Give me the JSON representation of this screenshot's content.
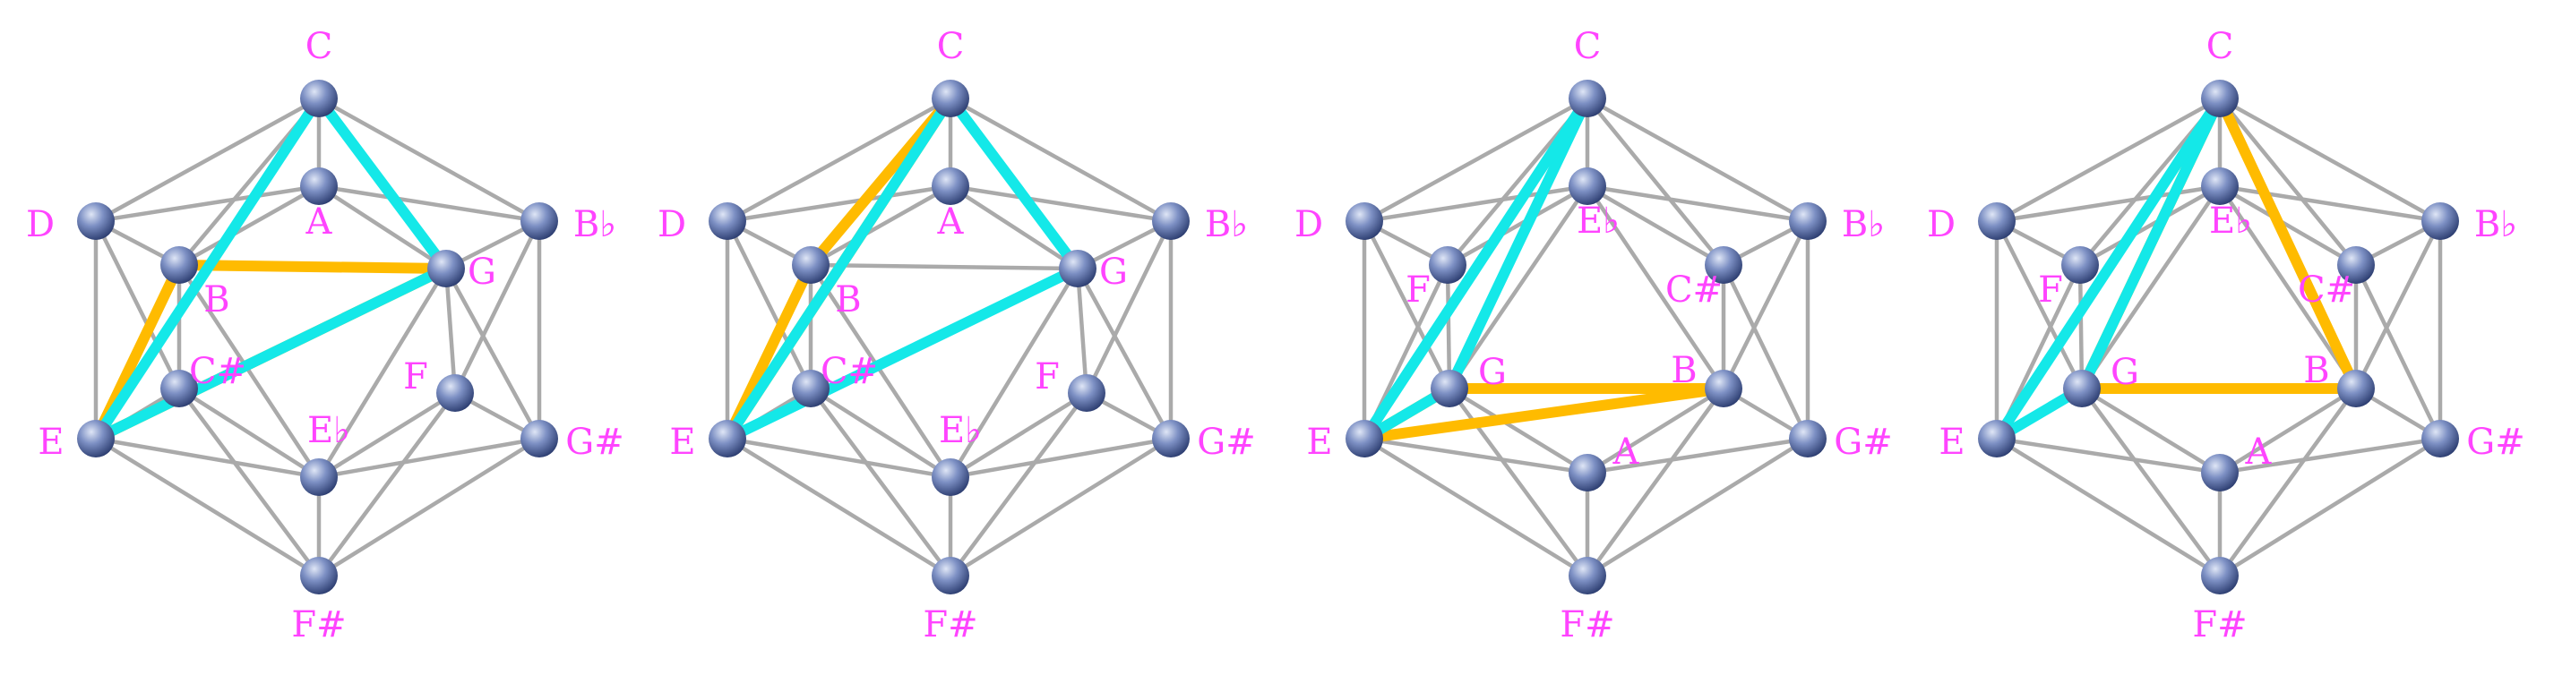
{
  "colors": {
    "edge": "#aaaaaa",
    "label": "#ff44ff",
    "cyan": "#14e8e8",
    "orange": "#ffbb00",
    "node_light": "#dfe6f6",
    "node_mid": "#7d90c4",
    "node_dark": "#2e3f72"
  },
  "panels": [
    {
      "id": "p1",
      "labels": {
        "n0": "C",
        "n1": "D",
        "n2": "B♭",
        "n3": "E",
        "n4": "G#",
        "n5": "F#",
        "i0": "A",
        "i1": "G",
        "i2": "F",
        "i3": "E♭",
        "i4": "C#",
        "i5": "B"
      },
      "cyan_triangle": [
        "n0",
        "i1",
        "n3"
      ],
      "orange_triangle": [
        "i5",
        "i1",
        "n3"
      ]
    },
    {
      "id": "p2",
      "labels": {
        "n0": "C",
        "n1": "D",
        "n2": "B♭",
        "n3": "E",
        "n4": "G#",
        "n5": "F#",
        "i0": "A",
        "i1": "G",
        "i2": "F",
        "i3": "E♭",
        "i4": "C#",
        "i5": "B"
      },
      "cyan_triangle": [
        "n0",
        "i1",
        "n3"
      ],
      "orange_triangle": [
        "n0",
        "i5",
        "n3"
      ]
    },
    {
      "id": "p3",
      "labels": {
        "n0": "C",
        "n1": "D",
        "n2": "B♭",
        "n3": "E",
        "n4": "G#",
        "n5": "F#",
        "j0": "E♭",
        "j1": "C#",
        "j2": "B",
        "j3": "A",
        "j4": "G",
        "j5": "F"
      },
      "cyan_triangle": [
        "n0",
        "j4",
        "n3"
      ],
      "orange_triangle": [
        "j4",
        "j2",
        "n3"
      ]
    },
    {
      "id": "p4",
      "labels": {
        "n0": "C",
        "n1": "D",
        "n2": "B♭",
        "n3": "E",
        "n4": "G#",
        "n5": "F#",
        "j0": "E♭",
        "j1": "C#",
        "j2": "B",
        "j3": "A",
        "j4": "G",
        "j5": "F"
      },
      "cyan_triangle": [
        "n0",
        "j4",
        "n3"
      ],
      "orange_triangle": [
        "n0",
        "j4",
        "j2"
      ]
    }
  ]
}
